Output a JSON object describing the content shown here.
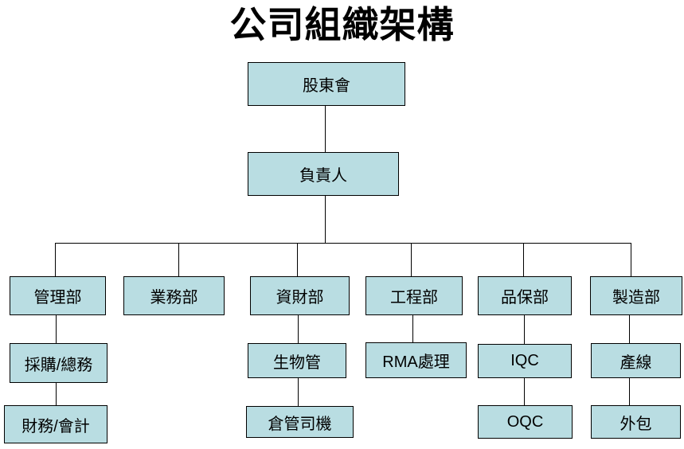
{
  "title": "公司組織架構",
  "colors": {
    "background": "#ffffff",
    "box_fill": "#b9dde2",
    "box_border": "#000000",
    "connector_line": "#000000",
    "title_color": "#000000"
  },
  "nodes": [
    {
      "id": "shareholders",
      "label": "股東會"
    },
    {
      "id": "owner",
      "label": "負責人"
    },
    {
      "id": "dept-management",
      "label": "管理部"
    },
    {
      "id": "dept-sales",
      "label": "業務部"
    },
    {
      "id": "dept-materials",
      "label": "資財部"
    },
    {
      "id": "dept-engineering",
      "label": "工程部"
    },
    {
      "id": "dept-qa",
      "label": "品保部"
    },
    {
      "id": "dept-manufacturing",
      "label": "製造部"
    },
    {
      "id": "purchasing-general-affairs",
      "label": "採購/總務"
    },
    {
      "id": "finance-accounting",
      "label": "財務/會計"
    },
    {
      "id": "production-material-control",
      "label": "生物管"
    },
    {
      "id": "warehouse-driver",
      "label": "倉管司機"
    },
    {
      "id": "rma-handling",
      "label": "RMA處理"
    },
    {
      "id": "iqc",
      "label": "IQC"
    },
    {
      "id": "oqc",
      "label": "OQC"
    },
    {
      "id": "production-line",
      "label": "產線"
    },
    {
      "id": "outsourcing",
      "label": "外包"
    }
  ],
  "edges": [
    [
      "shareholders",
      "owner"
    ],
    [
      "owner",
      "dept-management"
    ],
    [
      "owner",
      "dept-sales"
    ],
    [
      "owner",
      "dept-materials"
    ],
    [
      "owner",
      "dept-engineering"
    ],
    [
      "owner",
      "dept-qa"
    ],
    [
      "owner",
      "dept-manufacturing"
    ],
    [
      "dept-management",
      "purchasing-general-affairs"
    ],
    [
      "purchasing-general-affairs",
      "finance-accounting"
    ],
    [
      "dept-materials",
      "production-material-control"
    ],
    [
      "production-material-control",
      "warehouse-driver"
    ],
    [
      "dept-engineering",
      "rma-handling"
    ],
    [
      "dept-qa",
      "iqc"
    ],
    [
      "iqc",
      "oqc"
    ],
    [
      "dept-manufacturing",
      "production-line"
    ],
    [
      "production-line",
      "outsourcing"
    ]
  ]
}
